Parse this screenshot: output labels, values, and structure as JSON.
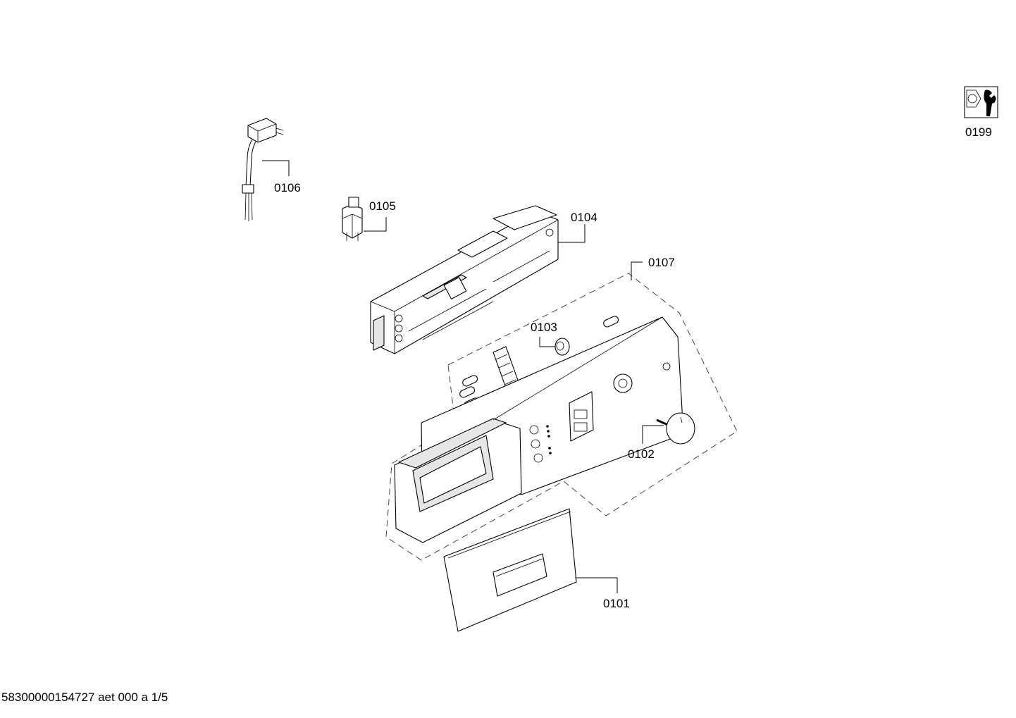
{
  "diagram": {
    "labels": {
      "p0101": "0101",
      "p0102": "0102",
      "p0103": "0103",
      "p0104": "0104",
      "p0105": "0105",
      "p0106": "0106",
      "p0107": "0107",
      "p0199": "0199"
    },
    "tool_icon": "wrench-icon"
  },
  "footer": {
    "document_code": "58300000154727 aet 000 a 1/5"
  }
}
